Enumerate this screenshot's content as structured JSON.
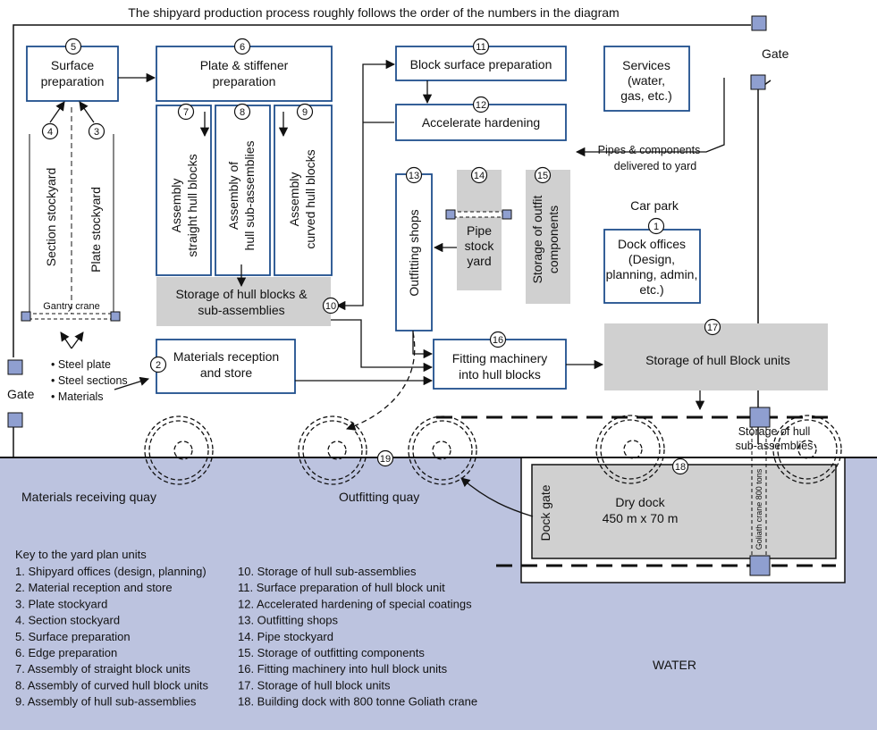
{
  "title": "The shipyard production process roughly follows the order of the numbers in the diagram",
  "colors": {
    "box_border": "#1f4e8c",
    "gray_area": "#d0d0d0",
    "water": "#bcc3df",
    "gate_fill": "#8f9fd0",
    "line": "#111111"
  },
  "gates": {
    "left": "Gate",
    "right": "Gate"
  },
  "units": {
    "u1": {
      "num": "1",
      "lines": [
        "Dock offices",
        "(Design,",
        "planning, admin,",
        "etc.)"
      ]
    },
    "u2": {
      "num": "2",
      "lines": [
        "Materials reception",
        "and store"
      ]
    },
    "u3": {
      "num": "3",
      "label": "Plate stockyard"
    },
    "u4": {
      "num": "4",
      "label": "Section stockyard"
    },
    "u5": {
      "num": "5",
      "lines": [
        "Surface",
        "preparation"
      ]
    },
    "u6": {
      "num": "6",
      "lines": [
        "Plate & stiffener",
        "preparation"
      ]
    },
    "u7": {
      "num": "7",
      "lines": [
        "Assembly",
        "straight hull blocks"
      ]
    },
    "u8": {
      "num": "8",
      "lines": [
        "Assembly of",
        "hull sub-assemblies"
      ]
    },
    "u9": {
      "num": "9",
      "lines": [
        "Assembly",
        "curved hull blocks"
      ]
    },
    "u10": {
      "num": "10",
      "lines": [
        "Storage of hull blocks &",
        "sub-assemblies"
      ]
    },
    "u11": {
      "num": "11",
      "label": "Block surface preparation"
    },
    "u12": {
      "num": "12",
      "label": "Accelerate hardening"
    },
    "u13": {
      "num": "13",
      "label": "Outfitting shops"
    },
    "u14": {
      "num": "14",
      "lines": [
        "Pipe",
        "stock",
        "yard"
      ]
    },
    "u15": {
      "num": "15",
      "lines": [
        "Storage of outfit",
        "components"
      ]
    },
    "u16": {
      "num": "16",
      "lines": [
        "Fitting machinery",
        "into hull blocks"
      ]
    },
    "u17": {
      "num": "17",
      "label": "Storage of hull Block units"
    },
    "u18": {
      "num": "18",
      "lines": [
        "Dry dock",
        "450 m x 70 m"
      ]
    },
    "u19": {
      "num": "19"
    }
  },
  "services": [
    "Services",
    "(water,",
    "gas, etc.)"
  ],
  "pipes_note": [
    "Pipes & components",
    "delivered to yard"
  ],
  "car_park": "Car park",
  "gantry_crane": "Gantry crane",
  "materials_list": [
    "• Steel plate",
    "• Steel sections",
    "• Materials"
  ],
  "storage_subassemblies": [
    "Storage of hull",
    "sub-assemblies"
  ],
  "goliath_crane": "Goliath crane 800 tons",
  "dock_gate": "Dock gate",
  "quays": {
    "materials": "Materials receiving quay",
    "outfitting": "Outfitting quay"
  },
  "water": "WATER",
  "key": {
    "title": "Key to the yard plan units",
    "col1": [
      "1. Shipyard offices (design, planning)",
      "2. Material reception and store",
      "3. Plate stockyard",
      "4. Section stockyard",
      "5. Surface preparation",
      "6. Edge preparation",
      "7. Assembly of straight block units",
      "8. Assembly of curved hull block units",
      "9. Assembly of hull sub-assemblies"
    ],
    "col2": [
      "10. Storage of hull sub-assemblies",
      "11. Surface preparation of hull block unit",
      "12. Accelerated hardening of special coatings",
      "13. Outfitting shops",
      "14. Pipe stockyard",
      "15. Storage of outfitting components",
      "16. Fitting machinery into hull block units",
      "17. Storage of hull block units",
      "18. Building dock with 800 tonne Goliath crane"
    ]
  }
}
